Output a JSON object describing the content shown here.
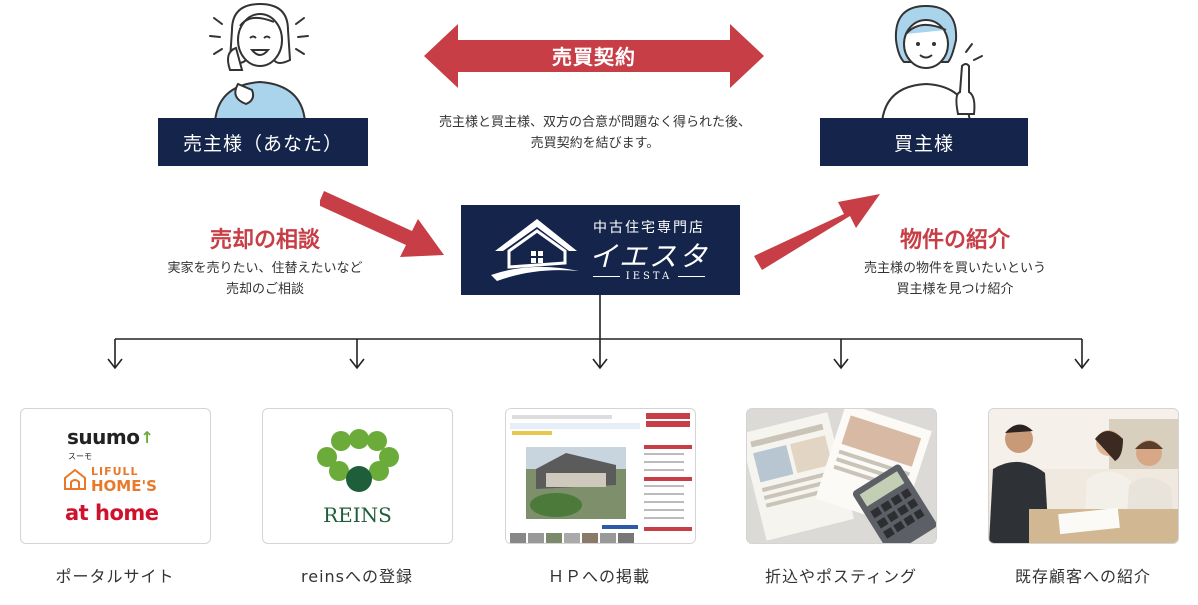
{
  "contract": {
    "arrow_label": "売買契約",
    "description_line1": "売主様と買主様、双方の合意が問題なく得られた後、",
    "description_line2": "売買契約を結びます。"
  },
  "seller": {
    "label": "売主様（あなた）"
  },
  "buyer": {
    "label": "買主様"
  },
  "consult": {
    "title": "売却の相談",
    "line1": "実家を売りたい、住替えたいなど",
    "line2": "売却のご相談"
  },
  "introduce": {
    "title": "物件の紹介",
    "line1": "売主様の物件を買いたいという",
    "line2": "買主様を見つけ紹介"
  },
  "company": {
    "tagline": "中古住宅専門店",
    "name": "イエスタ",
    "romaji": "IESTA"
  },
  "channels": [
    {
      "caption": "ポータルサイト"
    },
    {
      "caption": "reinsへの登録"
    },
    {
      "caption": "ＨＰへの掲載"
    },
    {
      "caption": "折込やポスティング"
    },
    {
      "caption": "既存顧客への紹介"
    }
  ],
  "portal_logos": {
    "suumo": "SUUMO",
    "suumo_kana": "スーモ",
    "lifull": "LIFULL",
    "homes": "HOME'S",
    "athome": "at home"
  },
  "reins_logo": {
    "text": "REINS"
  },
  "colors": {
    "navy": "#14244a",
    "red": "#c73e46",
    "orange": "#e8792a",
    "green": "#6aab3a"
  }
}
